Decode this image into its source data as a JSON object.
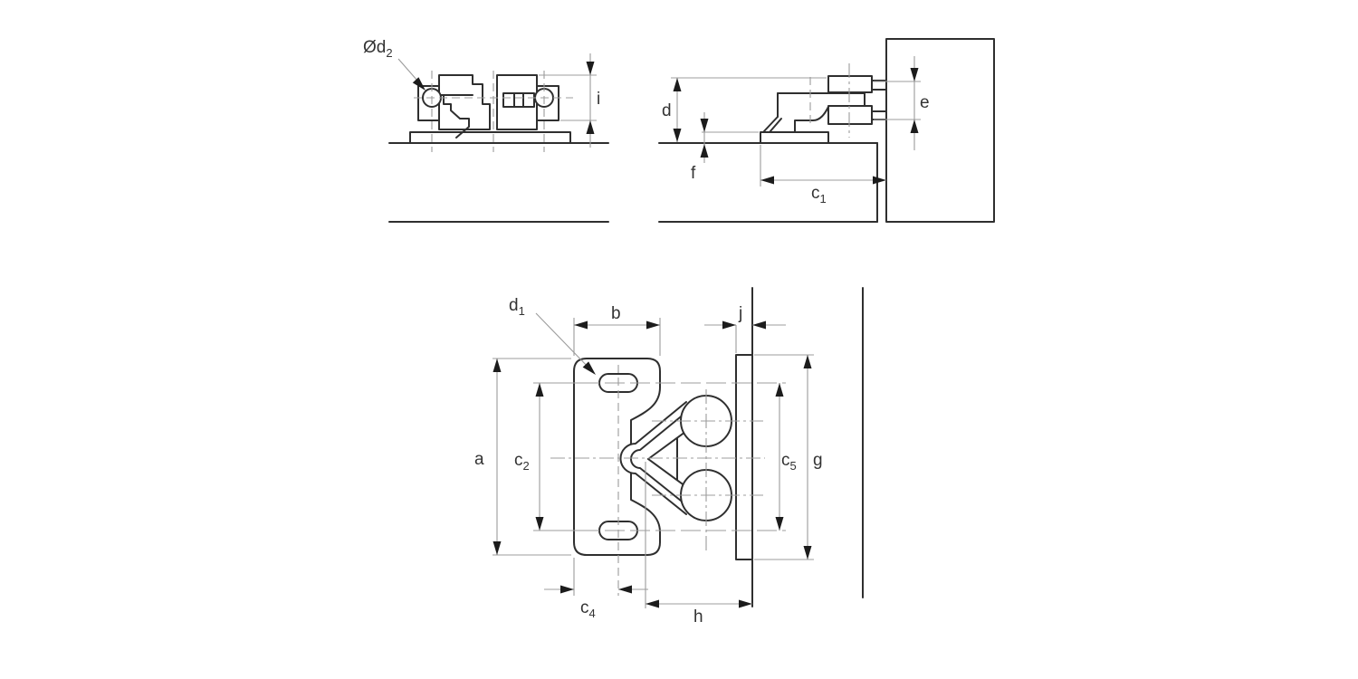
{
  "diagram": {
    "type": "technical-drawing",
    "description": "Dimensioned engineering drawing of a double roller catch: engaged side view, installed side view against panel, and front view of striker plate with roller fork",
    "colors": {
      "outline": "#2f2f2f",
      "thin_line": "#9c9c9c",
      "arrowhead": "#1c1c1c",
      "text": "#333333",
      "background": "#ffffff"
    },
    "views": {
      "side_engaged": {
        "name": "side view engaged"
      },
      "side_installed": {
        "name": "side view installed on panel"
      },
      "front": {
        "name": "front view striker plate and roller fork"
      }
    }
  },
  "labels": {
    "od2": {
      "base": "Ød",
      "sub": "2"
    },
    "i": {
      "base": "i",
      "sub": ""
    },
    "d": {
      "base": "d",
      "sub": ""
    },
    "f": {
      "base": "f",
      "sub": ""
    },
    "e": {
      "base": "e",
      "sub": ""
    },
    "c1": {
      "base": "c",
      "sub": "1"
    },
    "d1": {
      "base": "d",
      "sub": "1"
    },
    "b": {
      "base": "b",
      "sub": ""
    },
    "j": {
      "base": "j",
      "sub": ""
    },
    "a": {
      "base": "a",
      "sub": ""
    },
    "c2": {
      "base": "c",
      "sub": "2"
    },
    "c5": {
      "base": "c",
      "sub": "5"
    },
    "g": {
      "base": "g",
      "sub": ""
    },
    "c4": {
      "base": "c",
      "sub": "4"
    },
    "h": {
      "base": "h",
      "sub": ""
    }
  }
}
